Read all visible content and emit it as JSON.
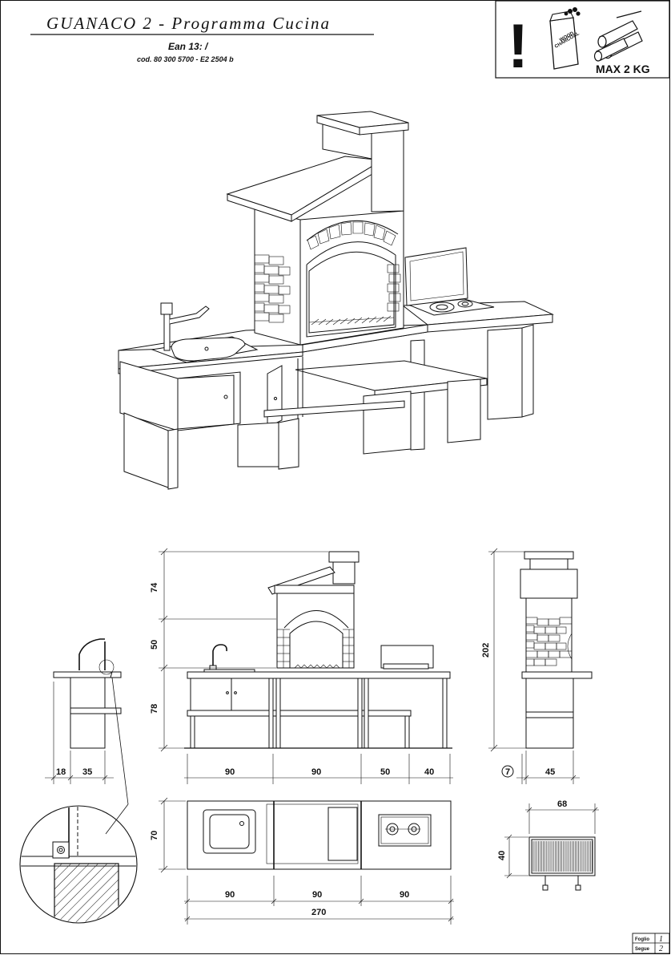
{
  "header": {
    "title": "GUANACO 2 - Programma Cucina",
    "ean_label": "Ean 13:  /",
    "code": "cod. 80 300 5700  - E2 2504 b"
  },
  "warning_box": {
    "exclamation": "!",
    "bag_text_line1": "WOOD",
    "bag_text_line2": "CHARCOAL",
    "max_load": "MAX 2 KG"
  },
  "dimensions": {
    "front_heights": [
      "74",
      "50",
      "78"
    ],
    "front_widths": [
      "90",
      "90",
      "50",
      "40"
    ],
    "side_total_height": "202",
    "side_depth": "45",
    "callout_number": "7",
    "left_section_widths": [
      "18",
      "35"
    ],
    "plan_depth": "70",
    "plan_widths": [
      "90",
      "90",
      "90"
    ],
    "plan_total": "270",
    "grill_width": "68",
    "grill_depth": "40"
  },
  "footer": {
    "foglio_label": "Foglio",
    "foglio_value": "1",
    "segue_label": "Segue",
    "segue_value": "2"
  }
}
